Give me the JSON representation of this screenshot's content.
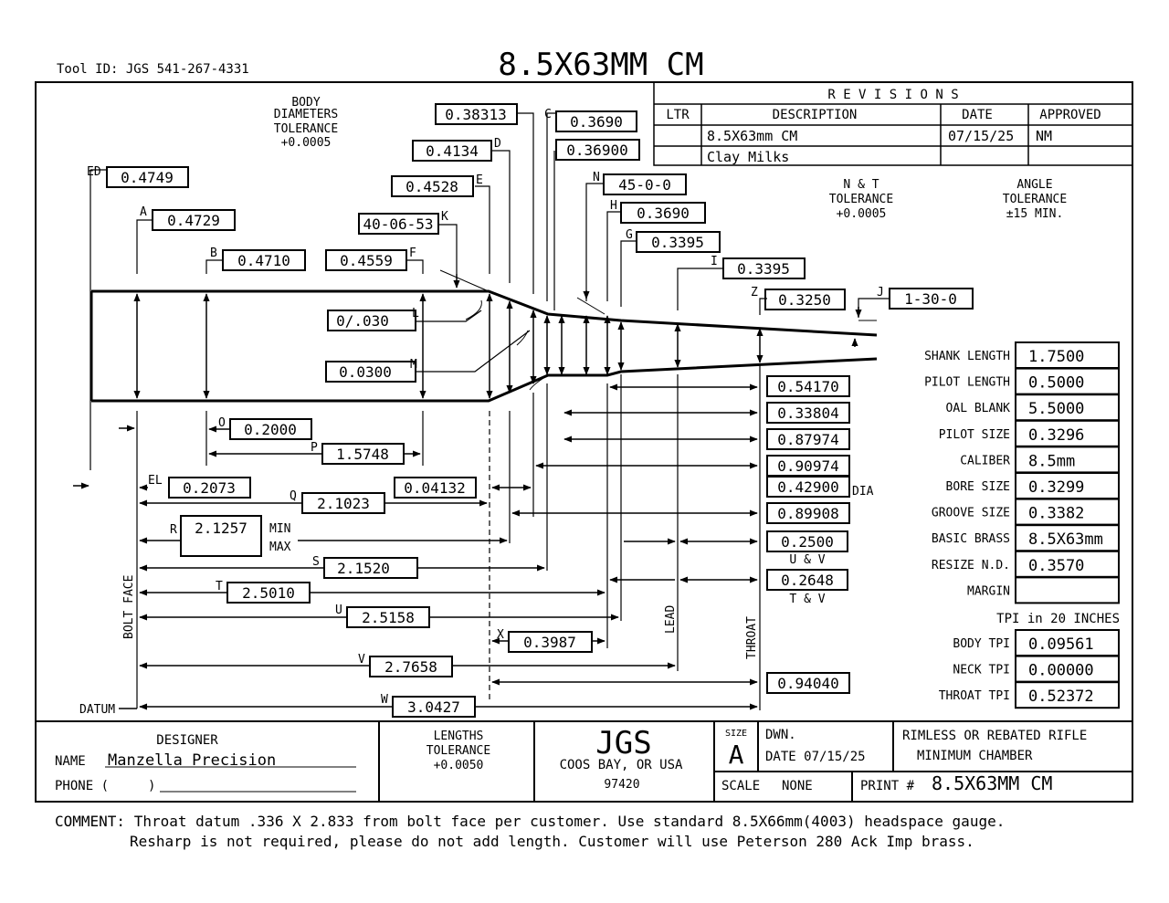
{
  "header": {
    "tool_id": "Tool ID: JGS 541-267-4331",
    "title": "8.5X63MM CM"
  },
  "revisions": {
    "heading": "R E V I S I O N S",
    "cols": [
      "LTR",
      "DESCRIPTION",
      "DATE",
      "APPROVED"
    ],
    "row1": [
      "",
      "8.5X63mm CM",
      "07/15/25",
      "NM"
    ],
    "row2": [
      "",
      "Clay Milks",
      "",
      ""
    ]
  },
  "notes": {
    "body_tol": [
      "BODY",
      "DIAMETERS",
      "TOLERANCE",
      "+0.0005"
    ],
    "nt_tol": [
      "N & T",
      "TOLERANCE",
      "+0.0005"
    ],
    "angle_tol": [
      "ANGLE",
      "TOLERANCE",
      "±15 MIN."
    ],
    "len_tol": [
      "LENGTHS",
      "TOLERANCE",
      "+0.0050"
    ]
  },
  "dims": {
    "ed": {
      "letter": "ED",
      "value": "0.4749"
    },
    "a": {
      "letter": "A",
      "value": "0.4729"
    },
    "b": {
      "letter": "B",
      "value": "0.4710"
    },
    "f": {
      "letter": "F",
      "value": "0.4559"
    },
    "e": {
      "letter": "E",
      "value": "0.4528"
    },
    "d": {
      "letter": "D",
      "value": "0.4134"
    },
    "k": {
      "letter": "K",
      "value": "40-06-53"
    },
    "c_top": {
      "value": "0.38313"
    },
    "c": {
      "letter": "C",
      "value": "0.3690"
    },
    "c2": {
      "value": "0.36900"
    },
    "n": {
      "letter": "N",
      "value": "45-0-0"
    },
    "h": {
      "letter": "H",
      "value": "0.3690"
    },
    "g": {
      "letter": "G",
      "value": "0.3395"
    },
    "i": {
      "letter": "I",
      "value": "0.3395"
    },
    "z": {
      "letter": "Z",
      "value": "0.3250"
    },
    "j": {
      "letter": "J",
      "value": "1-30-0"
    },
    "l": {
      "letter": "L",
      "value": "0/.030"
    },
    "m": {
      "letter": "M",
      "value": "0.0300"
    },
    "o": {
      "letter": "O",
      "value": "0.2000"
    },
    "p": {
      "letter": "P",
      "value": "1.5748"
    },
    "el": {
      "letter": "EL",
      "value": "0.2073"
    },
    "q": {
      "letter": "Q",
      "value": "2.1023"
    },
    "q2": {
      "value": "0.04132"
    },
    "r": {
      "letter": "R",
      "value": "2.1257",
      "min": "MIN",
      "max": "MAX"
    },
    "s": {
      "letter": "S",
      "value": "2.1520"
    },
    "t": {
      "letter": "T",
      "value": "2.5010"
    },
    "u": {
      "letter": "U",
      "value": "2.5158"
    },
    "x": {
      "letter": "X",
      "value": "0.3987"
    },
    "v": {
      "letter": "V",
      "value": "2.7658"
    },
    "w": {
      "letter": "W",
      "value": "3.0427"
    },
    "r1": "0.54170",
    "r2": "0.33804",
    "r3": "0.87974",
    "r4": "0.90974",
    "r5": "0.42900",
    "dia": "DIA",
    "r6": "0.89908",
    "r7": "0.2500",
    "uv": "U & V",
    "r8": "0.2648",
    "tv": "T & V",
    "r9": "0.94040"
  },
  "axis_labels": {
    "bolt_face": "BOLT FACE",
    "datum": "DATUM",
    "lead": "LEAD",
    "throat": "THROAT"
  },
  "specs": [
    {
      "label": "SHANK LENGTH",
      "value": "1.7500"
    },
    {
      "label": "PILOT LENGTH",
      "value": "0.5000"
    },
    {
      "label": "OAL BLANK",
      "value": "5.5000"
    },
    {
      "label": "PILOT SIZE",
      "value": "0.3296"
    },
    {
      "label": "CALIBER",
      "value": "8.5mm"
    },
    {
      "label": "BORE SIZE",
      "value": "0.3299"
    },
    {
      "label": "GROOVE SIZE",
      "value": "0.3382"
    },
    {
      "label": "BASIC BRASS",
      "value": "8.5X63mm"
    },
    {
      "label": "RESIZE N.D.",
      "value": "0.3570"
    },
    {
      "label": "MARGIN",
      "value": ""
    }
  ],
  "tpi_heading": "TPI in 20 INCHES",
  "tpi": [
    {
      "label": "BODY TPI",
      "value": "0.09561"
    },
    {
      "label": "NECK TPI",
      "value": "0.00000"
    },
    {
      "label": "THROAT TPI",
      "value": "0.52372"
    }
  ],
  "footer": {
    "designer_heading": "DESIGNER",
    "name_label": "NAME",
    "name_value": "Manzella Precision",
    "phone_label": "PHONE (",
    "phone_close": ")",
    "company": "JGS",
    "city": "COOS BAY, OR USA",
    "zip": "97420",
    "size_label": "SIZE",
    "size_value": "A",
    "dwn_label": "DWN.",
    "date_label": "DATE 07/15/25",
    "scale_label": "SCALE",
    "scale_value": "NONE",
    "print_label": "PRINT #",
    "print_value": "8.5X63MM CM",
    "desc1": "RIMLESS OR REBATED RIFLE",
    "desc2": "MINIMUM CHAMBER"
  },
  "comment": {
    "line1": "COMMENT: Throat datum .336 X 2.833 from bolt face per customer. Use standard 8.5X66mm(4003) headspace gauge.",
    "line2": "Resharp is not required, please do not add length. Customer will use Peterson 280 Ack Imp brass."
  }
}
